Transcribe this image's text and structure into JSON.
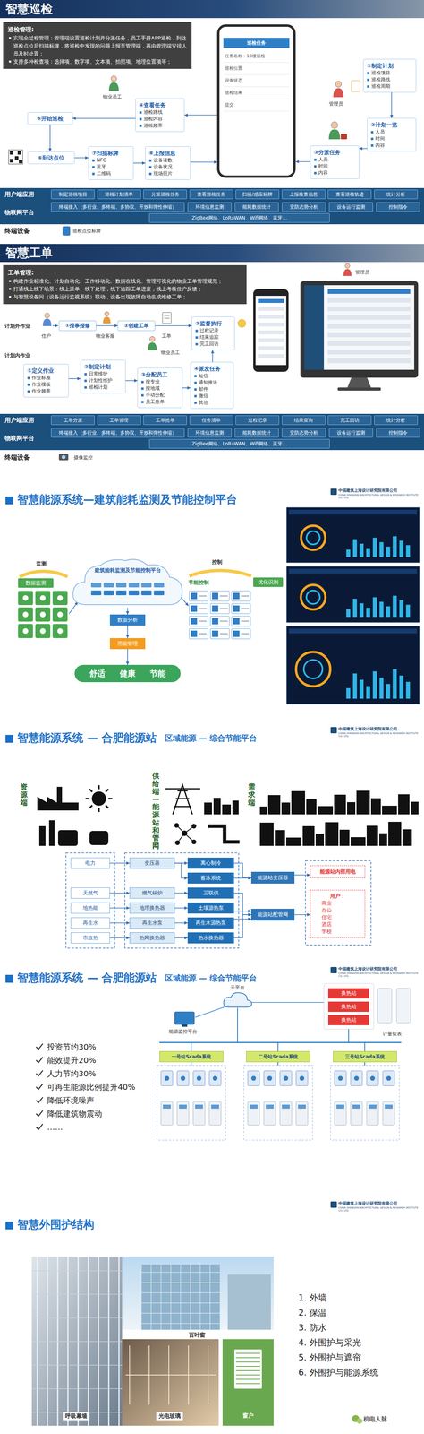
{
  "diagram": {
    "nodes": [
      {
        "text": [
          "智慧巡检"
        ]
      },
      {
        "text": [
          "巡检管理:",
          "实现全过程管理：管理端设置巡检计划并分派任务，员工手持APP巡检，到达巡检点位后扫描标牌，将巡检中发现的问题上报至管理端，再由管理端安排人员及时处置；",
          "支持多种检查项：选择项、数字项、文本项、拍照项、地理位置项等；"
        ]
      },
      {
        "text": [
          "①制定计划",
          "巡检项目",
          "巡检路线",
          "巡检周期"
        ]
      },
      {
        "text": [
          "②计划一览",
          "人员",
          "时间",
          "内容"
        ]
      },
      {
        "text": [
          "③分派任务",
          "人员",
          "时间",
          "内容"
        ]
      },
      {
        "text": [
          "④查看任务",
          "巡检路线",
          "巡检内容",
          "巡检频率"
        ]
      },
      {
        "text": [
          "⑤开始巡检"
        ]
      },
      {
        "text": [
          "⑥到达点位"
        ]
      },
      {
        "text": [
          "⑦扫描标牌",
          "NFC",
          "蓝牙",
          "二维码"
        ]
      },
      {
        "text": [
          "⑧上报信息",
          "设备读数",
          "设备状况",
          "现场照片"
        ]
      },
      {
        "text": [
          "巡检任务",
          "任务名称：10楼巡检",
          "巡检位置",
          "设备状态",
          "巡检结果",
          "提交"
        ]
      },
      {
        "text": [
          "用户端应用"
        ]
      },
      {
        "text": [
          "制定巡检项目"
        ],
        "in": 11
      },
      {
        "text": [
          "巡检计划清单"
        ],
        "in": 11
      },
      {
        "text": [
          "分派巡检任务"
        ],
        "in": 11
      },
      {
        "text": [
          "查看巡检任务"
        ],
        "in": 11
      },
      {
        "text": [
          "扫描/感应标牌"
        ],
        "in": 11
      },
      {
        "text": [
          "上报检查信息"
        ],
        "in": 11
      },
      {
        "text": [
          "查看巡检轨迹"
        ],
        "in": 11
      },
      {
        "text": [
          "统计分析"
        ],
        "in": 11
      },
      {
        "text": [
          "物联网平台"
        ]
      },
      {
        "text": [
          "终端接入（多行业、多终端、多协议、开放和弹性伸缩）"
        ],
        "in": 20
      },
      {
        "text": [
          "环境信息监测"
        ],
        "in": 20
      },
      {
        "text": [
          "能耗数据统计"
        ],
        "in": 20
      },
      {
        "text": [
          "安防态势分析"
        ],
        "in": 20
      },
      {
        "text": [
          "设备运行监测"
        ],
        "in": 20
      },
      {
        "text": [
          "控制指令"
        ],
        "in": 20
      },
      {
        "text": [
          "ZigBee网络、LoRaWAN、Wifi网络、蓝牙…"
        ],
        "in": 20
      },
      {
        "text": [
          "终端设备"
        ]
      },
      {
        "text": [
          "智慧工单"
        ]
      },
      {
        "text": [
          "工单管理:",
          "构建作业标准化、计划自动化、工作移动化、数据在线化、管理可视化的物业工单管理规范；",
          "打通线上线下场景：线上派单、线下处理，线下追踪工单进度，线上考核住户反馈；",
          "与智慧设备间（设备运行监视系统）联动，设备出现故障自动生成维修工单；"
        ]
      },
      {
        "text": [
          "①报事报修"
        ]
      },
      {
        "text": [
          "②创建工单"
        ]
      },
      {
        "text": [
          "③监督执行",
          "过程记录",
          "结果追踪",
          "完工回访"
        ]
      },
      {
        "text": [
          "①定义作业",
          "作业标准",
          "作业模板",
          "作业频率"
        ]
      },
      {
        "text": [
          "②制定计划",
          "日常维护",
          "计划性维护",
          "巡检计划"
        ]
      },
      {
        "text": [
          "③分配员工",
          "按专业",
          "按地域",
          "手动分配",
          "员工抢单"
        ]
      },
      {
        "text": [
          "④派发任务",
          "短信",
          "通知推送",
          "邮件",
          "微信",
          "其他"
        ]
      },
      {
        "text": [
          "用户端应用"
        ]
      },
      {
        "text": [
          "工单分派"
        ],
        "in": 38
      },
      {
        "text": [
          "工单管理"
        ],
        "in": 38
      },
      {
        "text": [
          "工单抢单"
        ],
        "in": 38
      },
      {
        "text": [
          "任务清单"
        ],
        "in": 38
      },
      {
        "text": [
          "过程记录"
        ],
        "in": 38
      },
      {
        "text": [
          "结果查询"
        ],
        "in": 38
      },
      {
        "text": [
          "完工回访"
        ],
        "in": 38
      },
      {
        "text": [
          "统计分析"
        ],
        "in": 38
      },
      {
        "text": [
          "物联网平台"
        ]
      },
      {
        "text": [
          "终端接入（多行业、多终端、多协议、开放和弹性伸缩）"
        ],
        "in": 47
      },
      {
        "text": [
          "环境信息监测"
        ],
        "in": 47
      },
      {
        "text": [
          "能耗数据统计"
        ],
        "in": 47
      },
      {
        "text": [
          "安防态势分析"
        ],
        "in": 47
      },
      {
        "text": [
          "设备运行监测"
        ],
        "in": 47
      },
      {
        "text": [
          "控制指令"
        ],
        "in": 47
      },
      {
        "text": [
          "ZigBee网络、LoRaWAN、Wifi网络、蓝牙…"
        ],
        "in": 47
      },
      {
        "text": [
          "终端设备"
        ]
      },
      {
        "text": [
          "建筑能耗监测及节能控制平台"
        ]
      },
      {
        "text": [
          "数据监测"
        ]
      },
      {
        "text": [
          "数据分析"
        ]
      },
      {
        "text": [
          "用能管理"
        ]
      },
      {
        "text": [
          "优化识别"
        ]
      },
      {
        "text": [
          "舒适",
          "健康",
          "节能"
        ]
      },
      {
        "text": [
          "电力"
        ]
      },
      {
        "text": [
          "天然气"
        ]
      },
      {
        "text": [
          "地热能"
        ]
      },
      {
        "text": [
          "再生水"
        ]
      },
      {
        "text": [
          "市政热"
        ]
      },
      {
        "text": [
          "变压器"
        ]
      },
      {
        "text": [
          "燃气锅炉"
        ]
      },
      {
        "text": [
          "地埋换热器"
        ]
      },
      {
        "text": [
          "再生水泵"
        ]
      },
      {
        "text": [
          "热网换热器"
        ]
      },
      {
        "text": [
          "离心制冷"
        ]
      },
      {
        "text": [
          "蓄冰系统"
        ]
      },
      {
        "text": [
          "三联供"
        ]
      },
      {
        "text": [
          "土壤源热泵"
        ]
      },
      {
        "text": [
          "再生水源热泵"
        ]
      },
      {
        "text": [
          "热水换热器"
        ]
      },
      {
        "text": [
          "能源站变压器"
        ]
      },
      {
        "text": [
          "能源站配管网"
        ]
      },
      {
        "text": [
          "能源站内部用电"
        ]
      },
      {
        "text": [
          "用户：",
          "商业",
          "办公",
          "住宅",
          "酒店",
          "学校"
        ]
      },
      {
        "text": [
          "换热站"
        ]
      },
      {
        "text": [
          "换热站"
        ]
      },
      {
        "text": [
          "换热站"
        ]
      },
      {
        "text": [
          "一号站Scada系统"
        ]
      },
      {
        "text": [
          "二号站Scada系统"
        ]
      },
      {
        "text": [
          "三号站Scada系统"
        ]
      }
    ],
    "edges": [
      {
        "from": 2,
        "to": 3,
        "arrow": "to"
      },
      {
        "from": 3,
        "to": 4,
        "arrow": "to"
      },
      {
        "from": 4,
        "to": 10,
        "arrow": "to"
      },
      {
        "from": 10,
        "to": 5,
        "arrow": "to"
      },
      {
        "from": 5,
        "to": 6,
        "arrow": "to"
      },
      {
        "from": 6,
        "to": 7,
        "arrow": "to"
      },
      {
        "from": 7,
        "to": 8,
        "arrow": "to"
      },
      {
        "from": 8,
        "to": 9,
        "arrow": "to"
      },
      {
        "from": 9,
        "to": 10,
        "arrow": "to"
      },
      {
        "from": 31,
        "to": 32,
        "arrow": "to"
      },
      {
        "from": 32,
        "to": 33,
        "arrow": "to"
      },
      {
        "from": 34,
        "to": 35,
        "arrow": "to"
      },
      {
        "from": 35,
        "to": 36,
        "arrow": "to"
      },
      {
        "from": 36,
        "to": 37,
        "arrow": "to"
      },
      {
        "from": 37,
        "to": 33,
        "arrow": "to"
      },
      {
        "from": 56,
        "to": 58,
        "arrow": "to"
      },
      {
        "from": 58,
        "to": 59,
        "arrow": "to"
      },
      {
        "from": 59,
        "to": 61,
        "arrow": "to"
      },
      {
        "from": 62,
        "to": 67,
        "arrow": "to"
      },
      {
        "from": 63,
        "to": 68,
        "arrow": "to"
      },
      {
        "from": 64,
        "to": 69,
        "arrow": "to"
      },
      {
        "from": 65,
        "to": 70,
        "arrow": "to"
      },
      {
        "from": 66,
        "to": 71,
        "arrow": "to"
      },
      {
        "from": 67,
        "to": 72,
        "arrow": "to"
      },
      {
        "from": 67,
        "to": 73,
        "arrow": "to"
      },
      {
        "from": 68,
        "to": 74,
        "arrow": "to"
      },
      {
        "from": 69,
        "to": 75,
        "arrow": "to"
      },
      {
        "from": 70,
        "to": 76,
        "arrow": "to"
      },
      {
        "from": 71,
        "to": 77,
        "arrow": "to"
      },
      {
        "from": 72,
        "to": 78,
        "arrow": "to"
      },
      {
        "from": 73,
        "to": 78,
        "arrow": "to"
      },
      {
        "from": 74,
        "to": 79,
        "arrow": "to"
      },
      {
        "from": 75,
        "to": 79,
        "arrow": "to"
      },
      {
        "from": 76,
        "to": 79,
        "arrow": "to"
      },
      {
        "from": 77,
        "to": 79,
        "arrow": "to"
      },
      {
        "from": 78,
        "to": 80,
        "arrow": "to"
      },
      {
        "from": 79,
        "to": 81,
        "arrow": "to"
      }
    ],
    "labels": [
      "管理员",
      "物业员工",
      "巡检点位标牌",
      "计划外作业",
      "住户",
      "物业客服",
      "工单",
      "计划内作业",
      "物业员工",
      "管理员",
      "摄像监控",
      "智慧能源系统—建筑能耗监测及节能控制平台",
      "中国建筑上海设计研究院有限公司",
      "CHINA SHANGHAI ARCHITECTURAL DESIGN & RESEARCH INSTITUTE CO., LTD.",
      "监测",
      "控制",
      "节能控制",
      "智慧能源系统 — 合肥能源站",
      "区域能源 — 综合节能平台",
      "中国建筑上海设计研究院有限公司",
      "CHINA SHANGHAI ARCHITECTURAL DESIGN & RESEARCH INSTITUTE CO., LTD.",
      "资源端",
      "供给端—能源站和管网",
      "需求端",
      "智慧能源系统 — 合肥能源站",
      "区域能源 — 综合节能平台",
      "中国建筑上海设计研究院有限公司",
      "CHINA SHANGHAI ARCHITECTURAL DESIGN & RESEARCH INSTITUTE CO., LTD.",
      "投资节约30%",
      "能效提升20%",
      "人力节约30%",
      "可再生能源比例提升40%",
      "降低环境噪声",
      "降低建筑物震动",
      "……",
      "云平台",
      "能源监控平台",
      "计量仪表",
      "智慧外围护结构",
      "中国建筑上海设计研究院有限公司",
      "CHINA SHANGHAI ARCHITECTURAL DESIGN & RESEARCH INSTITUTE CO., LTD.",
      "呼吸幕墙",
      "百叶窗",
      "光电玻璃",
      "窗户",
      "1. 外墙",
      "2. 保温",
      "3. 防水",
      "4. 外围护与采光",
      "5. 外围护与遮帘",
      "6. 外围护与能源系统",
      "机电人脉"
    ]
  }
}
